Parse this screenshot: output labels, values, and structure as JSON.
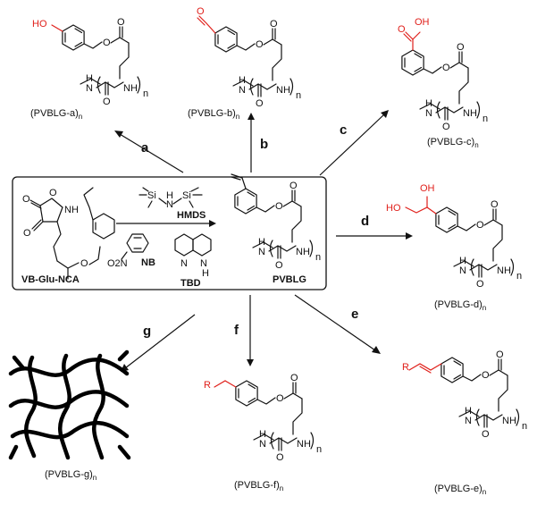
{
  "reaction_box": {
    "monomer": "VB-Glu-NCA",
    "silazane": "HMDS",
    "nitro_cpd": "NB",
    "catalyst": "TBD",
    "polymer": "PVBLG",
    "atoms": {
      "o": "O",
      "n": "N",
      "h": "H",
      "si": "Si",
      "nh": "NH",
      "no2": "O2N"
    }
  },
  "steps": {
    "a": "a",
    "b": "b",
    "c": "c",
    "d": "d",
    "e": "e",
    "f": "f",
    "g": "g"
  },
  "products": {
    "a": {
      "label": "(PVBLG-a)",
      "sub": "n",
      "group": "HO"
    },
    "b": {
      "label": "(PVBLG-b)",
      "sub": "n",
      "group": "O"
    },
    "c": {
      "label": "(PVBLG-c)",
      "sub": "n",
      "group_o": "O",
      "group_oh": "OH"
    },
    "d": {
      "label": "(PVBLG-d)",
      "sub": "n",
      "group_oh1": "OH",
      "group_oh2": "HO"
    },
    "e": {
      "label": "(PVBLG-e)",
      "sub": "n",
      "group": "R"
    },
    "f": {
      "label": "(PVBLG-f)",
      "sub": "n",
      "group": "R"
    },
    "g": {
      "label": "(PVBLG-g)",
      "sub": "n"
    }
  },
  "backbone": {
    "nh": "N",
    "h": "H",
    "nhn": "NH",
    "n": "n",
    "o": "O"
  }
}
